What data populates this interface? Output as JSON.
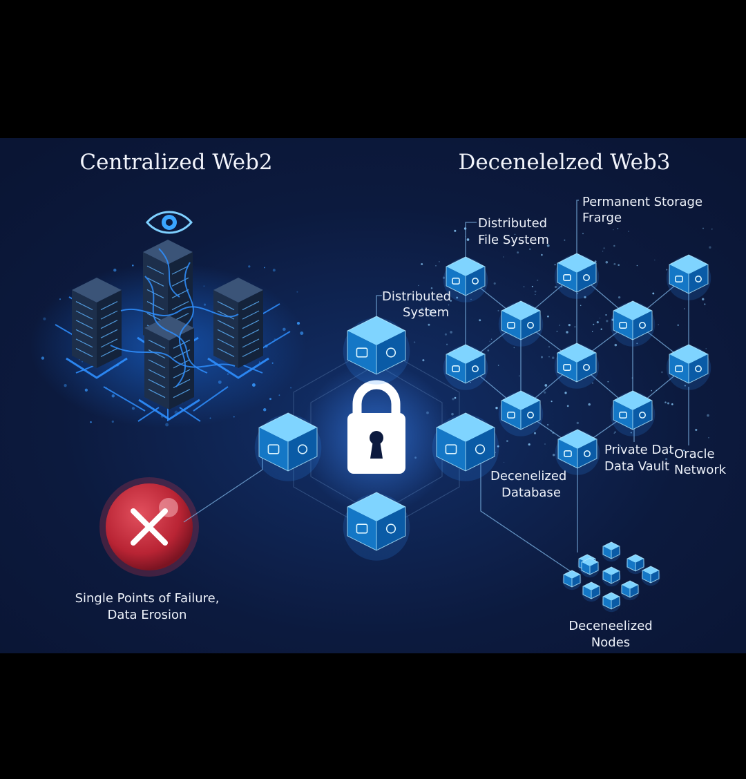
{
  "left_title": "Centralized Web2",
  "right_title": "Decenelelzed Web3",
  "labels": {
    "distributed_system": [
      "Distributed",
      "System"
    ],
    "distributed_file_system": [
      "Distributed",
      "File System"
    ],
    "permanent_storage": [
      "Permanent Storage",
      "Frarge"
    ],
    "private_data_vault": [
      "Private Dat",
      "Data Vault"
    ],
    "oracle_network": [
      "Oracle",
      "Network"
    ],
    "decentralized_database": [
      "Decenelized",
      "Database"
    ],
    "decentralized_nodes": [
      "Deceneelized",
      "Nodes"
    ],
    "failure": [
      "Single Points of Failure,",
      "Data Erosion"
    ]
  },
  "icons": {
    "eye": "eye-icon",
    "lock": "padlock-icon",
    "failure": "x-mark-icon",
    "server": "server-rack-icon",
    "cube": "data-cube-icon"
  },
  "colors": {
    "background": "#0c1a3e",
    "letterbox": "#000000",
    "cube_top": "#7fd4ff",
    "cube_side": "#1477c6",
    "wire": "#2f8fff",
    "failure_red": "#c8303f",
    "text": "#eef2fa"
  }
}
